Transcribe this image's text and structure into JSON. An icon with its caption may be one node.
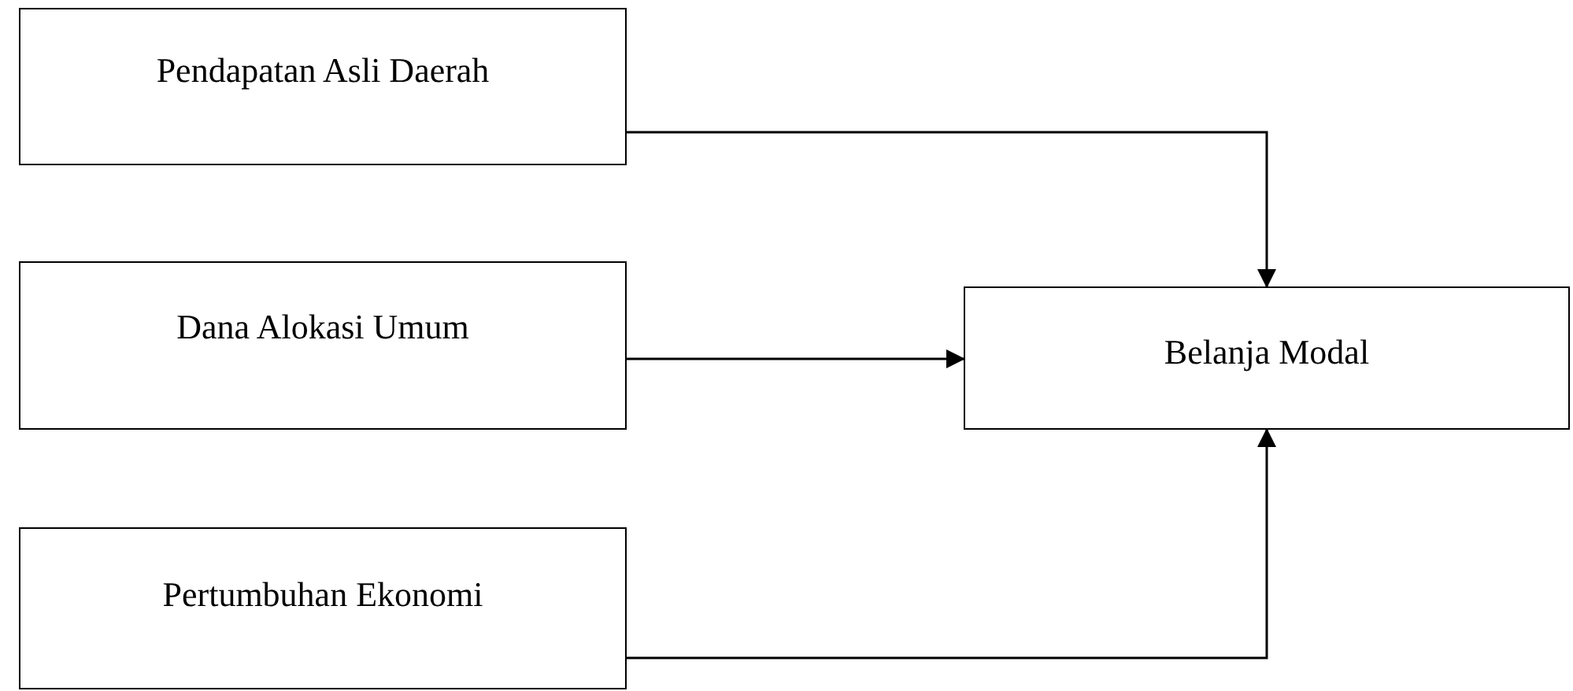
{
  "diagram": {
    "nodes": [
      {
        "text": [
          "Pendapatan Asli Daerah"
        ]
      },
      {
        "text": [
          "Dana Alokasi Umum"
        ]
      },
      {
        "text": [
          "Pertumbuhan Ekonomi"
        ]
      },
      {
        "text": [
          "Belanja Modal"
        ]
      }
    ],
    "edges": [
      {
        "from": 0,
        "to": 3,
        "arrow": "to"
      },
      {
        "from": 1,
        "to": 3,
        "arrow": "to"
      },
      {
        "from": 2,
        "to": 3,
        "arrow": "to"
      }
    ]
  }
}
